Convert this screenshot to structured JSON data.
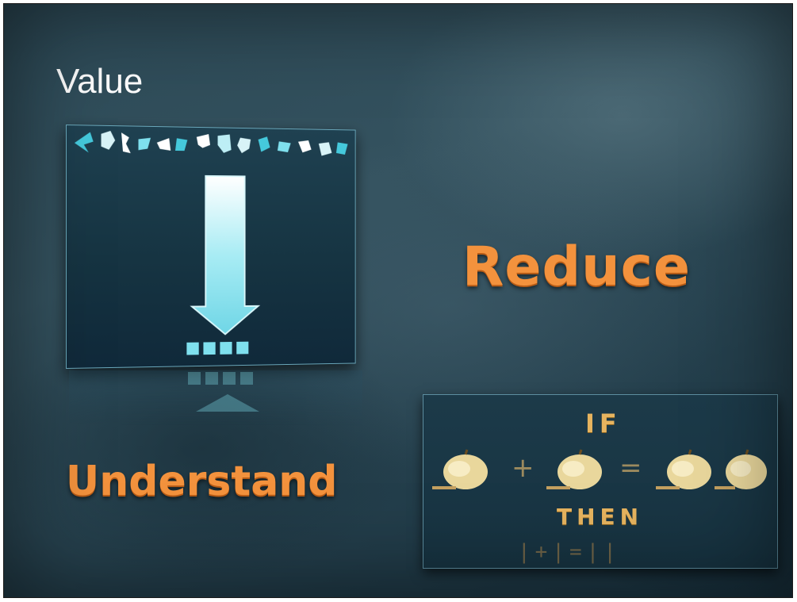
{
  "slide": {
    "title": "Value",
    "words": {
      "reduce": "Reduce",
      "understand": "Understand"
    },
    "equation": {
      "if_label": "IF",
      "then_label": "THEN",
      "plus": "+",
      "equals": "=",
      "tally": "|+|=||"
    },
    "icons": {
      "arrow": "down-arrow-icon",
      "fragments": "puzzle-fragment-icon",
      "blocks": "square-block-icon",
      "apple": "apple-icon"
    },
    "colors": {
      "accent_orange": "#f3923d",
      "arrow_cyan": "#7fe0ee",
      "fragment_cyan": "#45c9dc",
      "panel_dark": "#163442",
      "equation_gold": "#e7b45f"
    }
  }
}
